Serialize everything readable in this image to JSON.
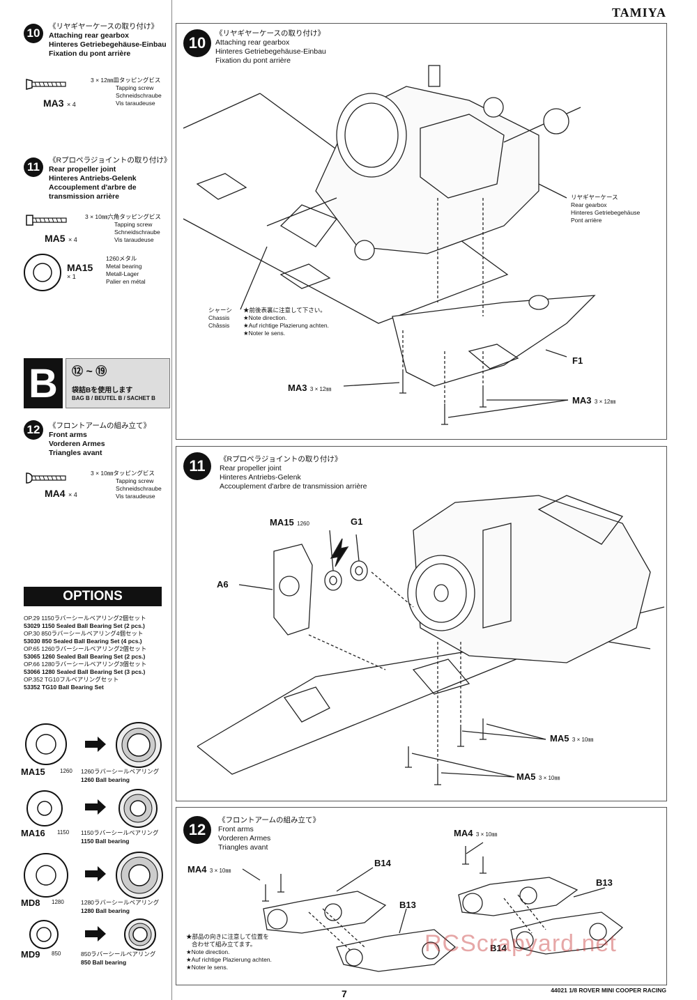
{
  "brand": "TAMIYA",
  "page_number": "7",
  "footer": "44021 1/8 ROVER MINI COOPER RACING",
  "watermark": "RCScrapyard.net",
  "left": {
    "step10": {
      "num": "10",
      "jp": "《リヤギヤーケースの取り付け》",
      "en": "Attaching rear gearbox",
      "de": "Hinteres Getriebegehäuse-Einbau",
      "fr": "Fixation du pont arrière",
      "part": {
        "code": "MA3",
        "qty": "× 4",
        "jp": "3 × 12㎜皿タッピングビス",
        "en": "Tapping screw",
        "de": "Schneidschraube",
        "fr": "Vis taraudeuse"
      }
    },
    "step11": {
      "num": "11",
      "jp": "《Rプロペラジョイントの取り付け》",
      "en": "Rear propeller joint",
      "de": "Hinteres Antriebs-Gelenk",
      "fr1": "Accouplement d'arbre de",
      "fr2": "transmission arrière",
      "part1": {
        "code": "MA5",
        "qty": "× 4",
        "jp": "3 × 10㎜六角タッピングビス",
        "en": "Tapping screw",
        "de": "Schneidschraube",
        "fr": "Vis taraudeuse"
      },
      "part2": {
        "code": "MA15",
        "qty": "× 1",
        "jp": "1260メタル",
        "en": "Metal bearing",
        "de": "Metall-Lager",
        "fr": "Palier en métal"
      }
    },
    "bag": {
      "letter": "B",
      "range": "⑫ ~ ⑲",
      "jp": "袋詰Bを使用します",
      "en": "BAG B / BEUTEL B / SACHET B"
    },
    "step12": {
      "num": "12",
      "jp": "《フロントアームの組み立て》",
      "en": "Front arms",
      "de": "Vorderen Armes",
      "fr": "Triangles avant",
      "part": {
        "code": "MA4",
        "qty": "× 4",
        "jp": "3 × 10㎜タッピングビス",
        "en": "Tapping screw",
        "de": "Schneidschraube",
        "fr": "Vis taraudeuse"
      }
    },
    "options": {
      "title": "OPTIONS",
      "lines": [
        "OP.29  1150ラバーシールベアリング2個セット",
        "53029 1150 Sealed Ball Bearing Set (2 pcs.)",
        "OP.30  850ラバーシールベアリング4個セット",
        "53030 850 Sealed Ball Bearing Set (4 pcs.)",
        "OP.65  1260ラバーシールベアリング2個セット",
        "53065 1260 Sealed Ball Bearing Set (2 pcs.)",
        "OP.66  1280ラバーシールベアリング3個セット",
        "53066 1280 Sealed Ball Bearing Set (3 pcs.)",
        "OP.352  TG10フルベアリングセット",
        "53352 TG10 Ball Bearing Set"
      ],
      "bearings": [
        {
          "code": "MA15",
          "size": "1260",
          "jp": "1260ラバーシールベアリング",
          "en": "1260 Ball bearing"
        },
        {
          "code": "MA16",
          "size": "1150",
          "jp": "1150ラバーシールベアリング",
          "en": "1150 Ball bearing"
        },
        {
          "code": "MD8",
          "size": "1280",
          "jp": "1280ラバーシールベアリング",
          "en": "1280 Ball bearing"
        },
        {
          "code": "MD9",
          "size": "850",
          "jp": "850ラバーシールベアリング",
          "en": "850 Ball bearing"
        }
      ]
    }
  },
  "panel10": {
    "num": "10",
    "jp": "《リヤギヤーケースの取り付け》",
    "en": "Attaching rear gearbox",
    "de": "Hinteres Getriebegehäuse-Einbau",
    "fr": "Fixation du pont arrière",
    "gearbox": {
      "jp": "リヤギヤーケース",
      "en": "Rear gearbox",
      "de": "Hinteres Getriebegehäuse",
      "fr": "Pont arrière"
    },
    "chassis": {
      "jp": "シャーシ",
      "en": "Chassis",
      "de": "Chassis",
      "fr": "Châssis"
    },
    "note": {
      "jp": "★前後表裏に注意して下さい。",
      "en": "★Note direction.",
      "de": "★Auf richtige Plazierung achten.",
      "fr": "★Noter le sens."
    },
    "f1": "F1",
    "ma3a": "MA3",
    "ma3a_size": "3 × 12㎜",
    "ma3b": "MA3",
    "ma3b_size": "3 × 12㎜"
  },
  "panel11": {
    "num": "11",
    "jp": "《Rプロペラジョイントの取り付け》",
    "en": "Rear propeller joint",
    "de": "Hinteres Antriebs-Gelenk",
    "fr": "Accouplement d'arbre de transmission arrière",
    "ma15": "MA15",
    "ma15_size": "1260",
    "g1": "G1",
    "a6": "A6",
    "ma5a": "MA5",
    "ma5a_size": "3 × 10㎜",
    "ma5b": "MA5",
    "ma5b_size": "3 × 10㎜"
  },
  "panel12": {
    "num": "12",
    "jp": "《フロントアームの組み立て》",
    "en": "Front arms",
    "de": "Vorderen Armes",
    "fr": "Triangles avant",
    "ma4a": "MA4",
    "ma4a_size": "3 × 10㎜",
    "ma4b": "MA4",
    "ma4b_size": "3 × 10㎜",
    "b14a": "B14",
    "b13a": "B13",
    "b13b": "B13",
    "b14b": "B14",
    "note": {
      "jp1": "★部品の向きに注意して位置を",
      "jp2": "合わせて組み立てます。",
      "en": "★Note direction.",
      "de": "★Auf richtige Plazierung achten.",
      "fr": "★Noter le sens."
    }
  }
}
